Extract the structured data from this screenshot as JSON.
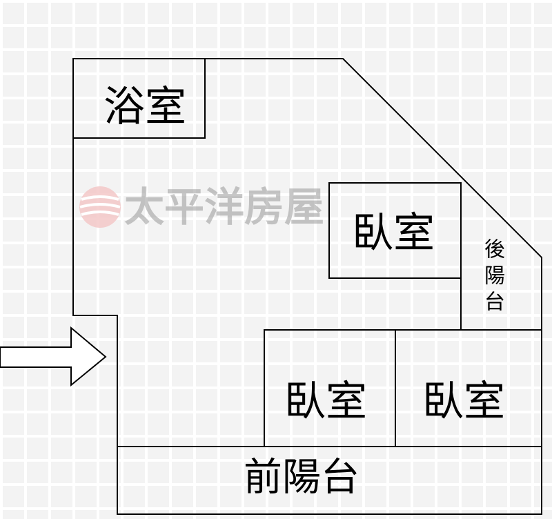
{
  "watermark": {
    "brand": "太平洋房屋",
    "logo_color": "#e8a0a0"
  },
  "rooms": {
    "bathroom": "浴室",
    "bedroom_top": "臥室",
    "rear_balcony": [
      "後",
      "陽",
      "台"
    ],
    "bedroom_left": "臥室",
    "bedroom_right": "臥室",
    "front_balcony": "前陽台"
  },
  "icons": {
    "entrance": "arrow-right-icon"
  }
}
